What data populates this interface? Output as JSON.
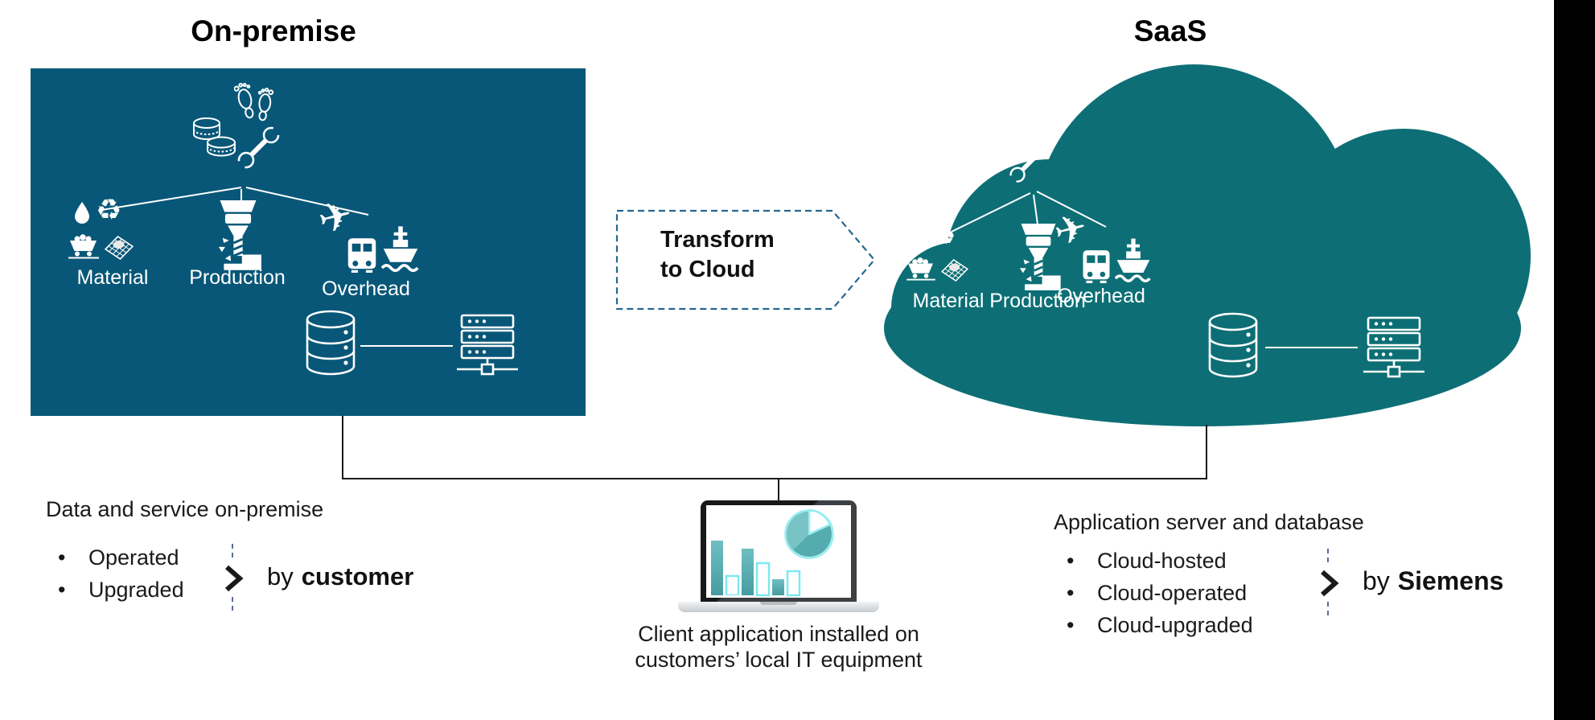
{
  "panels": {
    "onpremise": {
      "title": "On-premise"
    },
    "saas": {
      "title": "SaaS"
    }
  },
  "transform_arrow": {
    "line1": "Transform",
    "line2": "to Cloud"
  },
  "tree": {
    "material_label": "Material",
    "production_label": "Production",
    "overhead_label": "Overhead"
  },
  "bottom_left": {
    "heading": "Data and service on-premise",
    "bullet_char": "•",
    "bullets": [
      "Operated",
      "Upgraded"
    ],
    "by_prefix": "by",
    "by_actor": "customer"
  },
  "bottom_center": {
    "line1": "Client application installed on",
    "line2": "customers’ local IT equipment"
  },
  "bottom_right": {
    "heading": "Application server and database",
    "bullet_char": "•",
    "bullets": [
      "Cloud-hosted",
      "Cloud-operated",
      "Cloud-upgraded"
    ],
    "by_prefix": "by",
    "by_actor": "Siemens"
  },
  "icons": {
    "recycle_glyph": "♻",
    "airplane_glyph": "✈",
    "names": [
      "coins-icon",
      "footprints-icon",
      "wrench-icon",
      "water-drop-icon",
      "recycle-icon",
      "mine-cart-icon",
      "sieve-icon",
      "milling-tool-icon",
      "airplane-icon",
      "truck-icon",
      "ship-icon",
      "database-icon",
      "server-rack-icon",
      "laptop-icon",
      "pie-chart-icon",
      "bar-chart-icon",
      "chevron-right-icon",
      "cloud-shape"
    ]
  },
  "colors": {
    "onpremise_box": "#085778",
    "saas_cloud": "#0D6F75",
    "arrow_dash_border": "#24688F",
    "mini_dash": "#5C6E91",
    "chart_teal": "#55ACAF",
    "chart_teal_light": "#79C3C5",
    "chart_cyan_outline": "#7DE9EF",
    "connector_line": "#1a1a1a",
    "right_bar": "#000000",
    "icon_white": "#ffffff"
  }
}
